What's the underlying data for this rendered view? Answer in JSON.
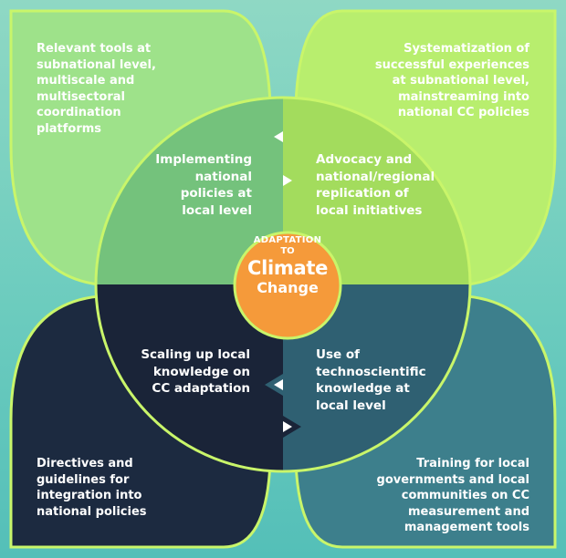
{
  "center": {
    "line1": "ADAPTATION",
    "line2": "TO",
    "line3": "Climate",
    "line4": "Change"
  },
  "outer": {
    "top_left": "Relevant tools at\nsubnational level,\nmultiscale and\nmultisectoral\ncoordination\nplatforms",
    "top_right": "Systematization of\nsuccessful experiences\nat subnational level,\nmainstreaming into\nnational CC policies",
    "bottom_left": "Directives and\nguidelines for\nintegration into\nnational policies",
    "bottom_right": "Training for local\ngovernments and local\ncommunities on CC\nmeasurement and\nmanagement tools"
  },
  "inner": {
    "top_left": "Implementing\nnational\npolicies at\nlocal level",
    "top_right": "Advocacy and\nnational/regional\nreplication of\nlocal initiatives",
    "bottom_left": "Scaling up local\nknowledge on\nCC adaptation",
    "bottom_right": "Use of\ntechnoscientific\nknowledge at\nlocal level"
  },
  "colors": {
    "background": "#6fcdbf",
    "leaf_top_left": "#9ee28a",
    "leaf_top_right": "#b8ee6e",
    "leaf_bottom_left": "#1c2a40",
    "leaf_bottom_right": "#3d7f8c",
    "quad_top_left": "#74c27c",
    "quad_top_right": "#a3dc5d",
    "quad_bottom_left": "#1a2438",
    "quad_bottom_right": "#2f6072",
    "outline": "#c9f56a",
    "center_fill": "#f59a3a"
  }
}
